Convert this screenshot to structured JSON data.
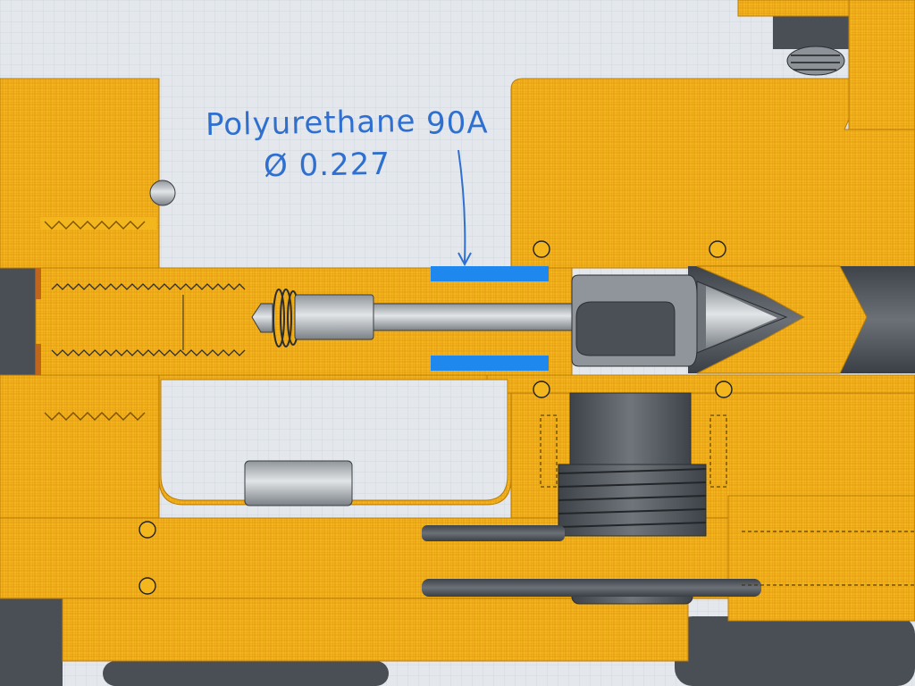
{
  "annotation": {
    "material_text": "Polyurethane",
    "hardness_text": "90A",
    "diameter_text": "Ø 0.227"
  },
  "colors": {
    "section_fill": "#f3b51c",
    "hatch_line": "#d78f08",
    "background": "#e4e8ec",
    "grid_line": "#c9d1d9",
    "steel_dark": "#4a4f55",
    "steel_mid": "#7c8288",
    "steel_light": "#cdd1d4",
    "insert_blue": "#1e88ef",
    "annotation_blue": "#2f6fd0"
  }
}
